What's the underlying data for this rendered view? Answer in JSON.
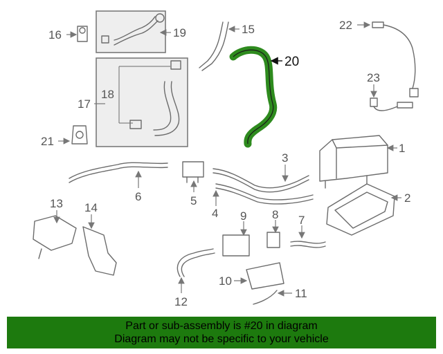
{
  "diagram": {
    "callouts": {
      "c1": "1",
      "c2": "2",
      "c3": "3",
      "c4": "4",
      "c5": "5",
      "c6": "6",
      "c7": "7",
      "c8": "8",
      "c9": "9",
      "c10": "10",
      "c11": "11",
      "c12": "12",
      "c13": "13",
      "c14": "14",
      "c15": "15",
      "c16": "16",
      "c17": "17",
      "c18": "18",
      "c19": "19",
      "c20": "20",
      "c21": "21",
      "c22": "22",
      "c23": "23"
    },
    "highlight_part": "20",
    "highlight_color": "#2e8b1e"
  },
  "footer": {
    "line1": "Part or sub-assembly is #20 in diagram",
    "line2": "Diagram may not be specific to your vehicle",
    "background": "#1d7a0e"
  }
}
